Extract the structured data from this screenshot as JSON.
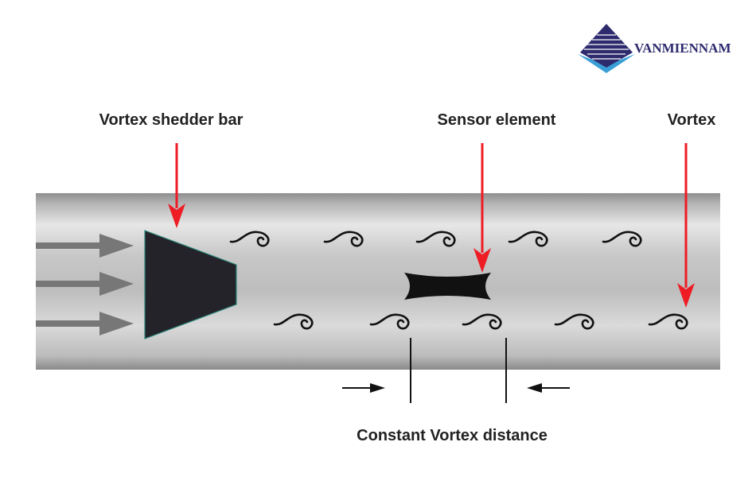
{
  "logo": {
    "text": "VANMIENNAM",
    "colors": {
      "dark": "#2e2a6e",
      "light": "#3a9fd6"
    }
  },
  "labels": {
    "shedder": "Vortex shedder bar",
    "sensor": "Sensor element",
    "vortex": "Vortex",
    "distance": "Constant Vortex distance"
  },
  "colors": {
    "pointer": "#ee1c24",
    "pipe": "#b8b8b8",
    "body": "#25232a"
  }
}
